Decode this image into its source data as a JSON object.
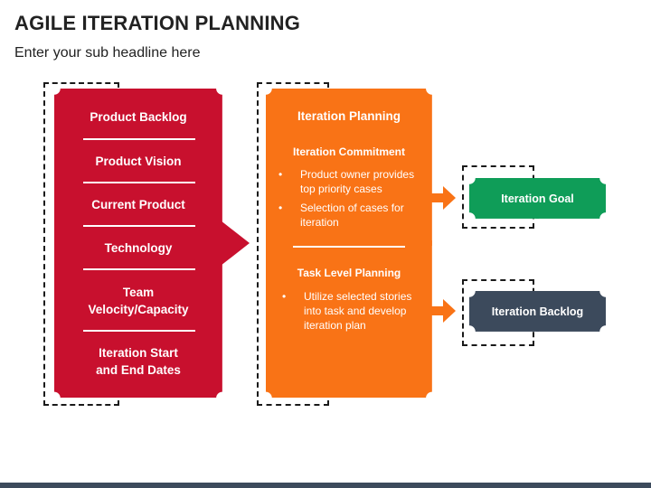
{
  "header": {
    "title": "AGILE ITERATION PLANNING",
    "subtitle": "Enter your sub headline here"
  },
  "inputs_box": {
    "items": [
      "Product Backlog",
      "Product Vision",
      "Current Product",
      "Technology",
      "Team\nVelocity/Capacity",
      "Iteration Start\nand End Dates"
    ],
    "color": "#c8102e"
  },
  "planning_box": {
    "title": "Iteration Planning",
    "commitment_heading": "Iteration Commitment",
    "commitment_bullets": [
      "Product owner provides top priority cases",
      "Selection of cases for iteration"
    ],
    "task_heading": "Task Level Planning",
    "task_bullets": [
      "Utilize selected stories into task and develop iteration plan"
    ],
    "bullet_glyph": "•",
    "color": "#f97316"
  },
  "outputs": {
    "goal": "Iteration Goal",
    "backlog": "Iteration Backlog",
    "goal_color": "#0f9d58",
    "backlog_color": "#3c4a5c"
  },
  "icons": [
    "arrow-right-icon"
  ]
}
